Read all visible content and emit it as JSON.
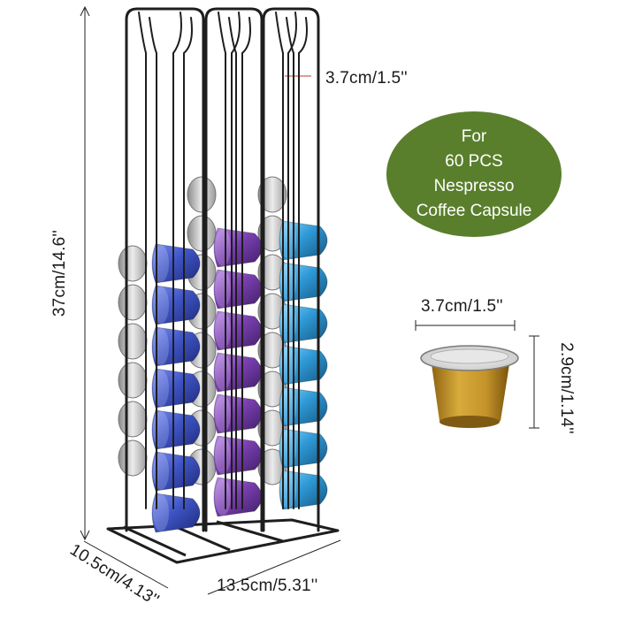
{
  "image": {
    "subject": "Nespresso capsule holder rack with dimensions",
    "colors": {
      "badge_green": "#5a7f2c",
      "capsule_blue": "#3f55c6",
      "capsule_purple": "#7a3fb0",
      "capsule_cyan": "#2f9ad8",
      "capsule_gold": "#c99a2a",
      "rack_wire": "#1e1e1e"
    }
  },
  "dimensions": {
    "height": "37cm/14.6''",
    "column_gap": "3.7cm/1.5''",
    "depth": "10.5cm/4.13''",
    "width": "13.5cm/5.31''",
    "capsule_diameter": "3.7cm/1.5''",
    "capsule_height": "2.9cm/1.14''"
  },
  "badge": {
    "line1": "For",
    "line2": "60 PCS",
    "line3": "Nespresso",
    "line4": "Coffee Capsule"
  }
}
